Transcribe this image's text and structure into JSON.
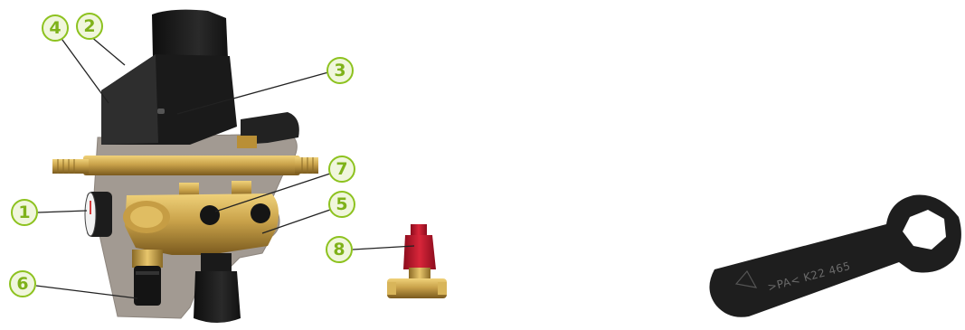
{
  "callouts": [
    {
      "id": "c4",
      "label": "4"
    },
    {
      "id": "c2",
      "label": "2"
    },
    {
      "id": "c3",
      "label": "3"
    },
    {
      "id": "c7",
      "label": "7"
    },
    {
      "id": "c1",
      "label": "1"
    },
    {
      "id": "c5",
      "label": "5"
    },
    {
      "id": "c8",
      "label": "8"
    },
    {
      "id": "c6",
      "label": "6"
    }
  ],
  "wrench": {
    "marking": ">PA< K22 465"
  },
  "colors": {
    "callout_accent": "#8dc21f",
    "brass": "#c9a24a",
    "housing": "#1f1f1f",
    "cutaway": "#9b9188",
    "red_cap": "#c8102e"
  }
}
